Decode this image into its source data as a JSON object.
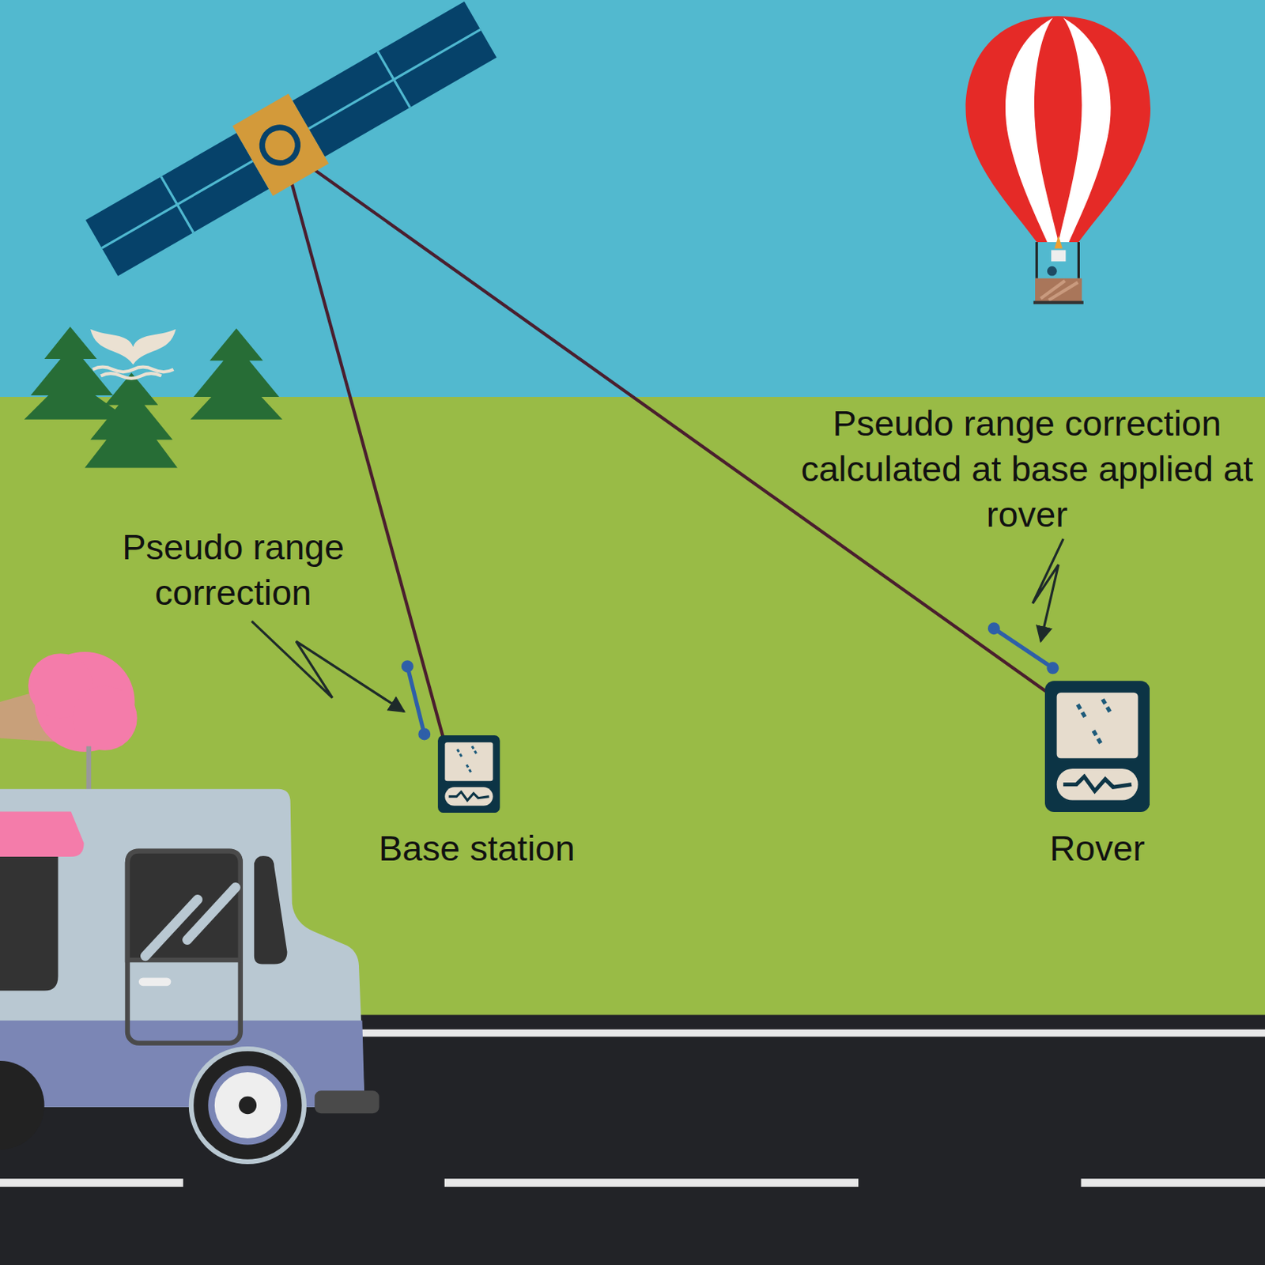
{
  "diagram": {
    "nodes": [
      {
        "text": [
          "Base station"
        ]
      },
      {
        "text": [
          "Rover"
        ]
      }
    ],
    "labels": [
      "Pseudo range correction",
      "Pseudo range correction calculated at base applied at rover"
    ]
  }
}
